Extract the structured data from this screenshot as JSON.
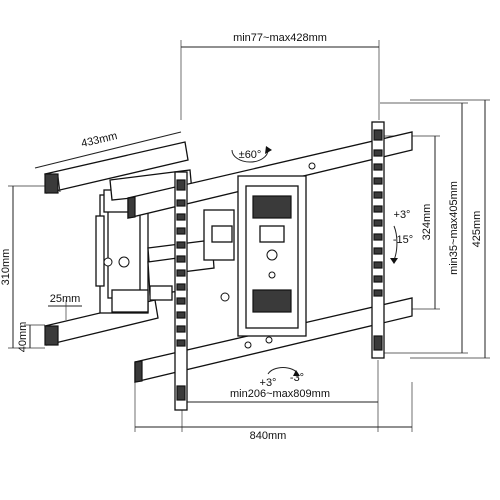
{
  "dimensions": {
    "top_width": "min77~max428mm",
    "arm_length": "433mm",
    "rotation": "±60°",
    "tilt_up": "+3°",
    "tilt_down": "-15°",
    "vesa_height": "324mm",
    "vesa_height_range": "min35~max405mm",
    "total_height": "425mm",
    "wall_plate_height": "310mm",
    "wall_plate_inset": "25mm",
    "arm_thickness": "40mm",
    "swivel_left": "+3°",
    "swivel_right": "-3°",
    "vesa_width_range": "min206~max809mm",
    "total_width": "840mm"
  }
}
